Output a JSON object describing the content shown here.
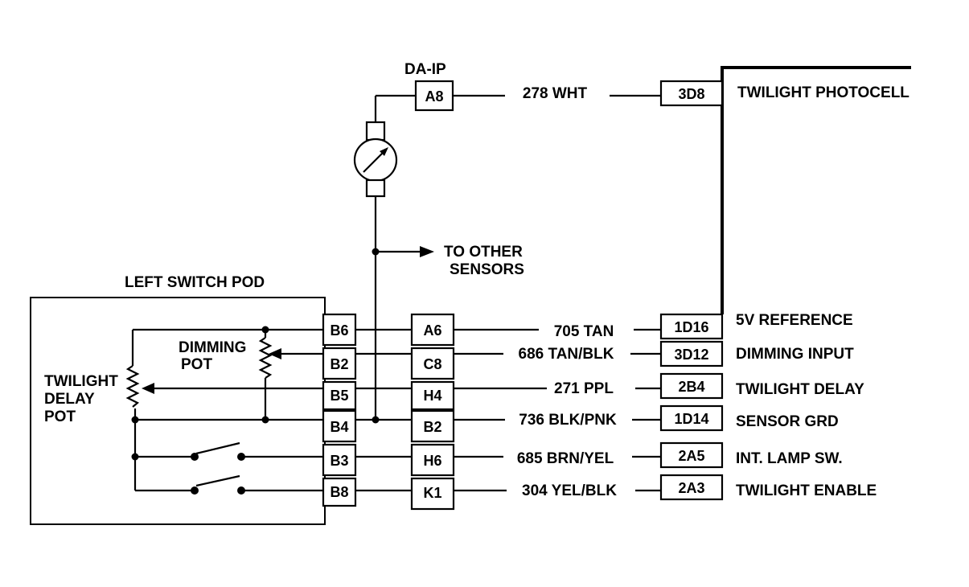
{
  "labels": {
    "da_ip": "DA-IP",
    "left_switch_pod": "LEFT SWITCH POD",
    "to_other_sensors_1": "TO OTHER",
    "to_other_sensors_2": "SENSORS",
    "dimming_pot_1": "DIMMING",
    "dimming_pot_2": "POT",
    "twilight_delay_pot_1": "TWILIGHT",
    "twilight_delay_pot_2": "DELAY",
    "twilight_delay_pot_3": "POT"
  },
  "top_circuit": {
    "connector_pin": "A8",
    "wire": "278 WHT",
    "module_pin": "3D8",
    "function": "TWILIGHT PHOTOCELL"
  },
  "circuits": [
    {
      "pod_pin": "B6",
      "connector_pin": "A6",
      "wire": "705 TAN",
      "module_pin": "1D16",
      "function": "5V REFERENCE"
    },
    {
      "pod_pin": "B2",
      "connector_pin": "C8",
      "wire": "686 TAN/BLK",
      "module_pin": "3D12",
      "function": "DIMMING INPUT"
    },
    {
      "pod_pin": "B5",
      "connector_pin": "H4",
      "wire": "271 PPL",
      "module_pin": "2B4",
      "function": "TWILIGHT DELAY"
    },
    {
      "pod_pin": "B4",
      "connector_pin": "B2",
      "wire": "736 BLK/PNK",
      "module_pin": "1D14",
      "function": "SENSOR GRD"
    },
    {
      "pod_pin": "B3",
      "connector_pin": "H6",
      "wire": "685 BRN/YEL",
      "module_pin": "2A5",
      "function": "INT. LAMP SW."
    },
    {
      "pod_pin": "B8",
      "connector_pin": "K1",
      "wire": "304 YEL/BLK",
      "module_pin": "2A3",
      "function": "TWILIGHT ENABLE"
    }
  ]
}
